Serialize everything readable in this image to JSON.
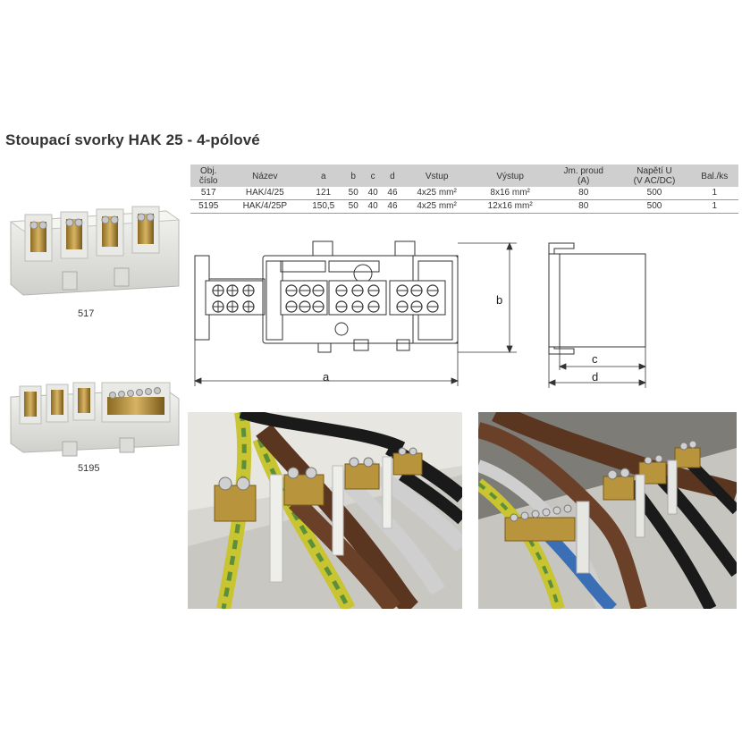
{
  "title": "Stoupací svorky HAK 25 - 4-pólové",
  "table": {
    "headers": [
      [
        "Obj.",
        "číslo"
      ],
      [
        "Název"
      ],
      [
        "a"
      ],
      [
        "b"
      ],
      [
        "c"
      ],
      [
        "d"
      ],
      [
        "Vstup"
      ],
      [
        "Výstup"
      ],
      [
        "Jm. proud",
        "(A)"
      ],
      [
        "Napětí U",
        "(V AC/DC)"
      ],
      [
        "Bal./ks"
      ]
    ],
    "rows": [
      [
        "517",
        "HAK/4/25",
        "121",
        "50",
        "40",
        "46",
        "4x25 mm²",
        "8x16 mm²",
        "80",
        "500",
        "1"
      ],
      [
        "5195",
        "HAK/4/25P",
        "150,5",
        "50",
        "40",
        "46",
        "4x25 mm²",
        "12x16 mm²",
        "80",
        "500",
        "1"
      ]
    ]
  },
  "products": [
    {
      "caption": "517"
    },
    {
      "caption": "5195"
    }
  ],
  "dimensions": {
    "a": "a",
    "b": "b",
    "c": "c",
    "d": "d"
  },
  "colors": {
    "brass": "#b8943c",
    "housing": "#e6e6e2",
    "cable_brown": "#5a3520",
    "cable_black": "#1a1a1a",
    "cable_grey": "#cfcfcf",
    "cable_green_yellow": "#c9c431",
    "cable_blue": "#3a6fb5"
  }
}
